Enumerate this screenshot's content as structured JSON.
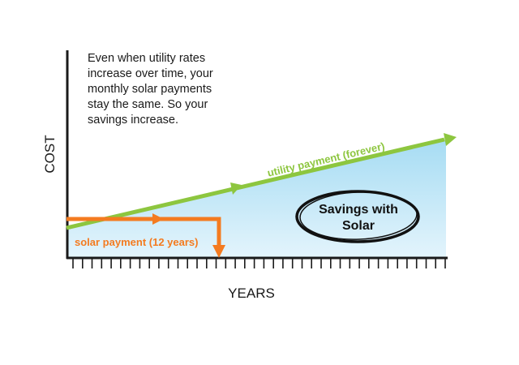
{
  "axes": {
    "y_label": "COST",
    "x_label": "YEARS"
  },
  "note": "Even when utility rates\nincrease over time, your\nmonthly solar payments\nstay the same. So your\nsavings increase.",
  "lines": {
    "utility_label": "utility payment (forever)",
    "solar_label": "solar payment (12 years)"
  },
  "savings": {
    "line1": "Savings with",
    "line2": "Solar"
  },
  "colors": {
    "utility": "#8dc63f",
    "solar": "#f47b20",
    "savings_fill_top": "#a6dcf3",
    "savings_fill_bottom": "#e3f4fc",
    "axis": "#1a1a1a"
  },
  "x_tick_count": 40
}
